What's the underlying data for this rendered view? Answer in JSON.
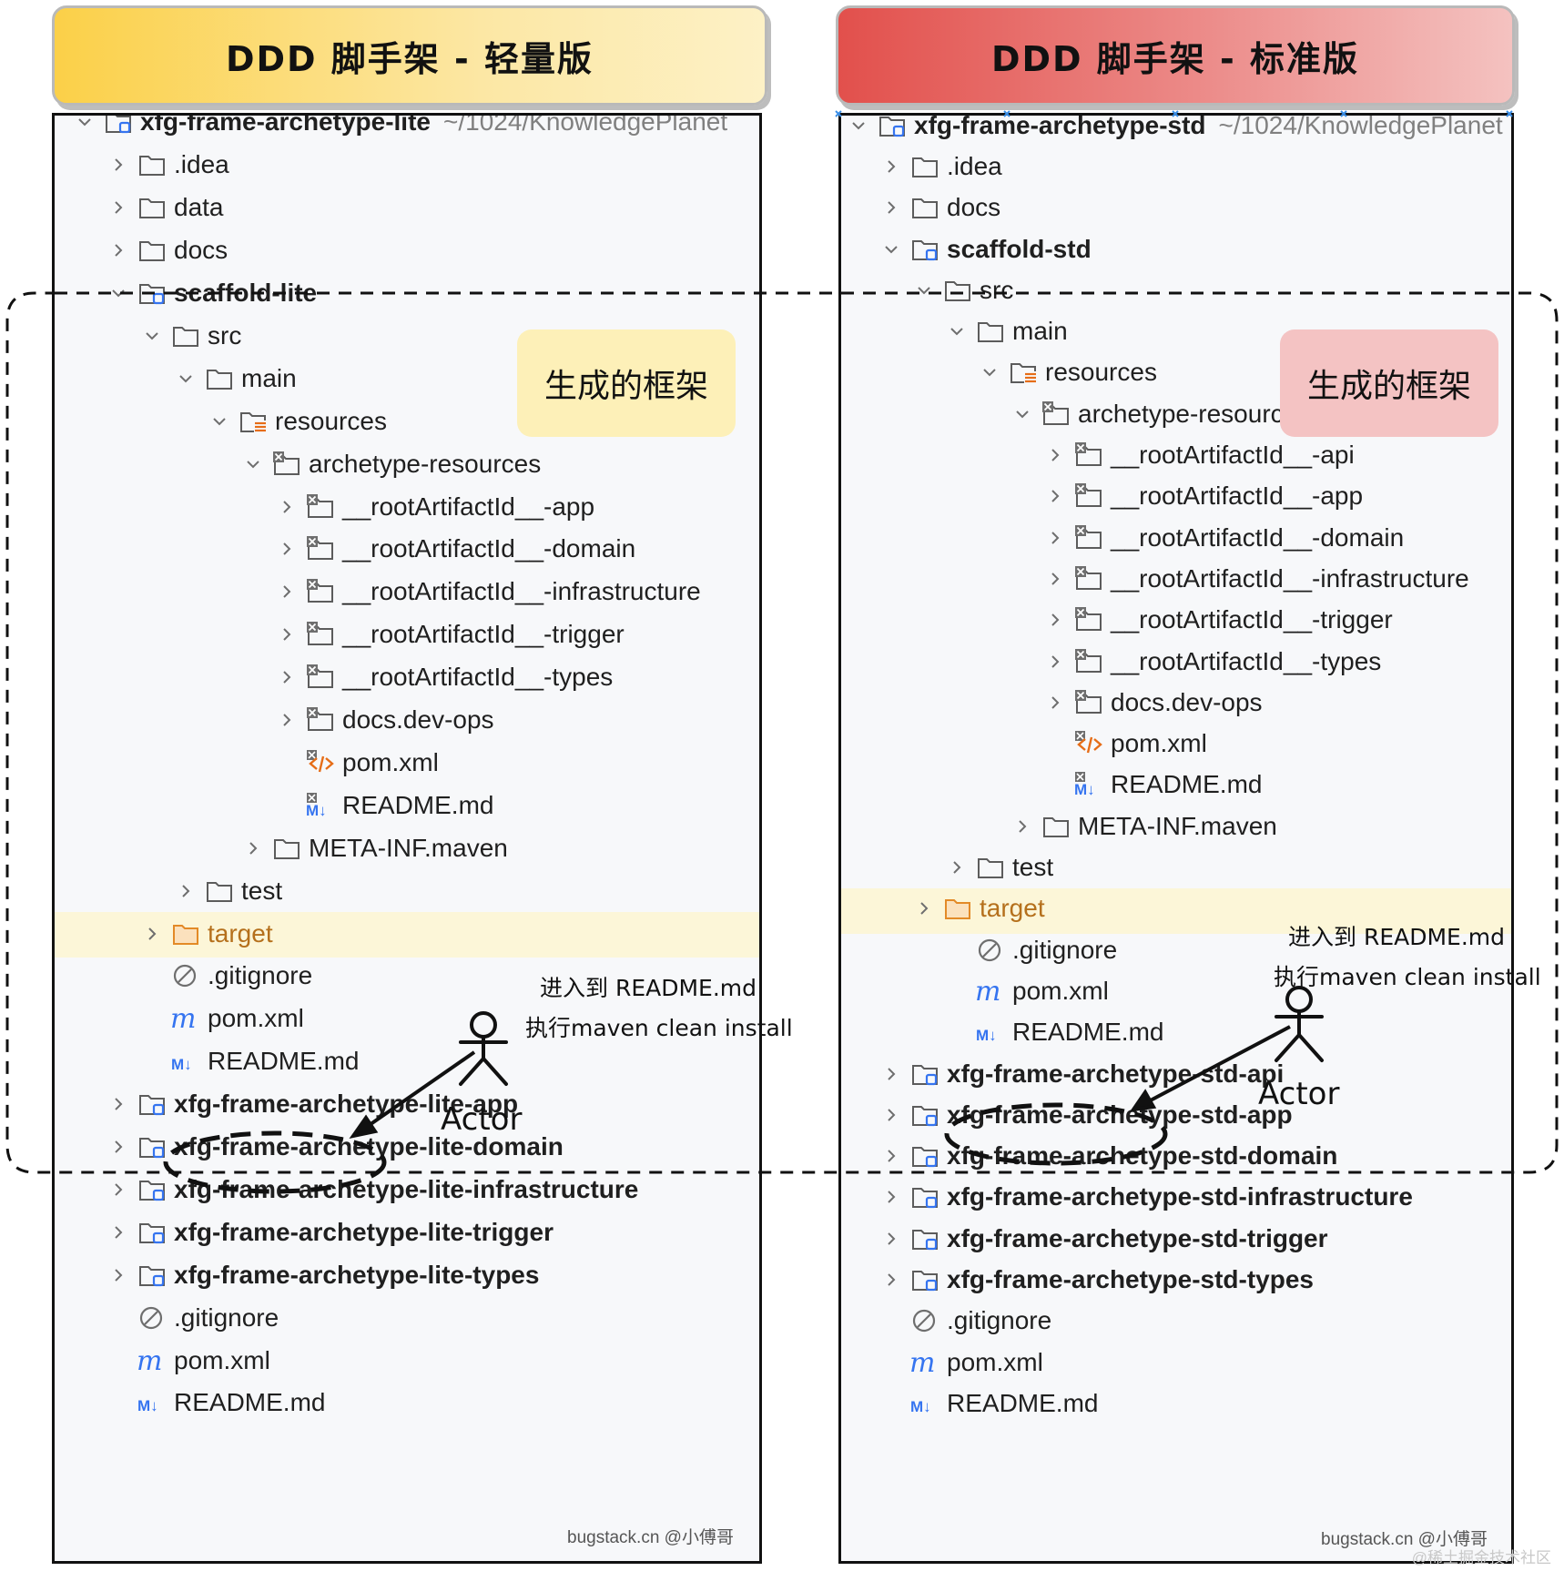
{
  "banners": {
    "lite": "DDD 脚手架 - 轻量版",
    "std": "DDD 脚手架 - 标准版"
  },
  "annotations": {
    "generated_frame": "生成的框架",
    "note_line1": "进入到 README.md",
    "note_line2": "执行maven clean install",
    "actor": "Actor"
  },
  "credit": "bugstack.cn @小傅哥",
  "watermark": "@稀土掘金技术社区",
  "colors": {
    "lite_accent": "#fbd048",
    "std_accent": "#e2504c",
    "highlight_row": "#fcf6d8"
  },
  "trees": {
    "lite": [
      {
        "depth": 0,
        "chev": "down",
        "icon": "module-folder-icon",
        "label": "xfg-frame-archetype-lite",
        "bold": true,
        "path": "~/1024/KnowledgePlanet"
      },
      {
        "depth": 1,
        "chev": "right",
        "icon": "folder-icon",
        "label": ".idea"
      },
      {
        "depth": 1,
        "chev": "right",
        "icon": "folder-icon",
        "label": "data"
      },
      {
        "depth": 1,
        "chev": "right",
        "icon": "folder-icon",
        "label": "docs"
      },
      {
        "depth": 1,
        "chev": "down",
        "icon": "module-folder-icon",
        "label": "scaffold-lite",
        "bold": true
      },
      {
        "depth": 2,
        "chev": "down",
        "icon": "folder-icon",
        "label": "src"
      },
      {
        "depth": 3,
        "chev": "down",
        "icon": "folder-icon",
        "label": "main"
      },
      {
        "depth": 4,
        "chev": "down",
        "icon": "resources-folder-icon",
        "label": "resources"
      },
      {
        "depth": 5,
        "chev": "down",
        "icon": "excluded-folder-icon",
        "label": "archetype-resources"
      },
      {
        "depth": 6,
        "chev": "right",
        "icon": "excluded-folder-icon",
        "label": "__rootArtifactId__-app"
      },
      {
        "depth": 6,
        "chev": "right",
        "icon": "excluded-folder-icon",
        "label": "__rootArtifactId__-domain"
      },
      {
        "depth": 6,
        "chev": "right",
        "icon": "excluded-folder-icon",
        "label": "__rootArtifactId__-infrastructure"
      },
      {
        "depth": 6,
        "chev": "right",
        "icon": "excluded-folder-icon",
        "label": "__rootArtifactId__-trigger"
      },
      {
        "depth": 6,
        "chev": "right",
        "icon": "excluded-folder-icon",
        "label": "__rootArtifactId__-types"
      },
      {
        "depth": 6,
        "chev": "right",
        "icon": "excluded-folder-icon",
        "label": "docs.dev-ops"
      },
      {
        "depth": 6,
        "chev": "none",
        "icon": "xml-file-icon",
        "label": "pom.xml"
      },
      {
        "depth": 6,
        "chev": "none",
        "icon": "markdown-excluded-icon",
        "label": "README.md"
      },
      {
        "depth": 5,
        "chev": "right",
        "icon": "folder-icon",
        "label": "META-INF.maven"
      },
      {
        "depth": 3,
        "chev": "right",
        "icon": "folder-icon",
        "label": "test"
      },
      {
        "depth": 2,
        "chev": "right",
        "icon": "target-folder-icon",
        "label": "target",
        "highlight": true,
        "orange": true
      },
      {
        "depth": 2,
        "chev": "none",
        "icon": "gitignore-icon",
        "label": ".gitignore"
      },
      {
        "depth": 2,
        "chev": "none",
        "icon": "maven-icon",
        "label": "pom.xml"
      },
      {
        "depth": 2,
        "chev": "none",
        "icon": "markdown-icon",
        "label": "README.md"
      },
      {
        "depth": 1,
        "chev": "right",
        "icon": "module-folder-icon",
        "label": "xfg-frame-archetype-lite-app",
        "bold": true
      },
      {
        "depth": 1,
        "chev": "right",
        "icon": "module-folder-icon",
        "label": "xfg-frame-archetype-lite-domain",
        "bold": true
      },
      {
        "depth": 1,
        "chev": "right",
        "icon": "module-folder-icon",
        "label": "xfg-frame-archetype-lite-infrastructure",
        "bold": true
      },
      {
        "depth": 1,
        "chev": "right",
        "icon": "module-folder-icon",
        "label": "xfg-frame-archetype-lite-trigger",
        "bold": true
      },
      {
        "depth": 1,
        "chev": "right",
        "icon": "module-folder-icon",
        "label": "xfg-frame-archetype-lite-types",
        "bold": true
      },
      {
        "depth": 1,
        "chev": "none",
        "icon": "gitignore-icon",
        "label": ".gitignore"
      },
      {
        "depth": 1,
        "chev": "none",
        "icon": "maven-icon",
        "label": "pom.xml"
      },
      {
        "depth": 1,
        "chev": "none",
        "icon": "markdown-icon",
        "label": "README.md"
      }
    ],
    "std": [
      {
        "depth": 0,
        "chev": "down",
        "icon": "module-folder-icon",
        "label": "xfg-frame-archetype-std",
        "bold": true,
        "path": "~/1024/KnowledgePlanet"
      },
      {
        "depth": 1,
        "chev": "right",
        "icon": "folder-icon",
        "label": ".idea"
      },
      {
        "depth": 1,
        "chev": "right",
        "icon": "folder-icon",
        "label": "docs"
      },
      {
        "depth": 1,
        "chev": "down",
        "icon": "module-folder-icon",
        "label": "scaffold-std",
        "bold": true
      },
      {
        "depth": 2,
        "chev": "down",
        "icon": "folder-icon",
        "label": "src"
      },
      {
        "depth": 3,
        "chev": "down",
        "icon": "folder-icon",
        "label": "main"
      },
      {
        "depth": 4,
        "chev": "down",
        "icon": "resources-folder-icon",
        "label": "resources"
      },
      {
        "depth": 5,
        "chev": "down",
        "icon": "excluded-folder-icon",
        "label": "archetype-resources"
      },
      {
        "depth": 6,
        "chev": "right",
        "icon": "excluded-folder-icon",
        "label": "__rootArtifactId__-api"
      },
      {
        "depth": 6,
        "chev": "right",
        "icon": "excluded-folder-icon",
        "label": "__rootArtifactId__-app"
      },
      {
        "depth": 6,
        "chev": "right",
        "icon": "excluded-folder-icon",
        "label": "__rootArtifactId__-domain"
      },
      {
        "depth": 6,
        "chev": "right",
        "icon": "excluded-folder-icon",
        "label": "__rootArtifactId__-infrastructure"
      },
      {
        "depth": 6,
        "chev": "right",
        "icon": "excluded-folder-icon",
        "label": "__rootArtifactId__-trigger"
      },
      {
        "depth": 6,
        "chev": "right",
        "icon": "excluded-folder-icon",
        "label": "__rootArtifactId__-types"
      },
      {
        "depth": 6,
        "chev": "right",
        "icon": "excluded-folder-icon",
        "label": "docs.dev-ops"
      },
      {
        "depth": 6,
        "chev": "none",
        "icon": "xml-file-icon",
        "label": "pom.xml"
      },
      {
        "depth": 6,
        "chev": "none",
        "icon": "markdown-excluded-icon",
        "label": "README.md"
      },
      {
        "depth": 5,
        "chev": "right",
        "icon": "folder-icon",
        "label": "META-INF.maven"
      },
      {
        "depth": 3,
        "chev": "right",
        "icon": "folder-icon",
        "label": "test"
      },
      {
        "depth": 2,
        "chev": "right",
        "icon": "target-folder-icon",
        "label": "target",
        "highlight": true,
        "orange": true
      },
      {
        "depth": 3,
        "chev": "none",
        "icon": "gitignore-icon",
        "label": ".gitignore"
      },
      {
        "depth": 3,
        "chev": "none",
        "icon": "maven-icon",
        "label": "pom.xml"
      },
      {
        "depth": 3,
        "chev": "none",
        "icon": "markdown-icon",
        "label": "README.md"
      },
      {
        "depth": 1,
        "chev": "right",
        "icon": "module-folder-icon",
        "label": "xfg-frame-archetype-std-api",
        "bold": true
      },
      {
        "depth": 1,
        "chev": "right",
        "icon": "module-folder-icon",
        "label": "xfg-frame-archetype-std-app",
        "bold": true
      },
      {
        "depth": 1,
        "chev": "right",
        "icon": "module-folder-icon",
        "label": "xfg-frame-archetype-std-domain",
        "bold": true
      },
      {
        "depth": 1,
        "chev": "right",
        "icon": "module-folder-icon",
        "label": "xfg-frame-archetype-std-infrastructure",
        "bold": true
      },
      {
        "depth": 1,
        "chev": "right",
        "icon": "module-folder-icon",
        "label": "xfg-frame-archetype-std-trigger",
        "bold": true
      },
      {
        "depth": 1,
        "chev": "right",
        "icon": "module-folder-icon",
        "label": "xfg-frame-archetype-std-types",
        "bold": true
      },
      {
        "depth": 1,
        "chev": "none",
        "icon": "gitignore-icon",
        "label": ".gitignore"
      },
      {
        "depth": 1,
        "chev": "none",
        "icon": "maven-icon",
        "label": "pom.xml"
      },
      {
        "depth": 1,
        "chev": "none",
        "icon": "markdown-icon",
        "label": "README.md"
      }
    ]
  }
}
